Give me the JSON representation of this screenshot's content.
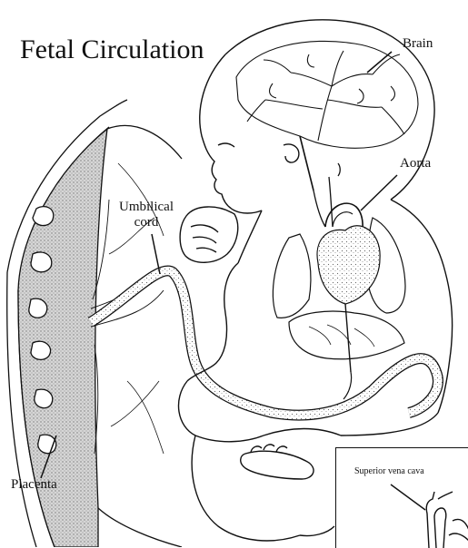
{
  "title": "Fetal Circulation",
  "labels": {
    "brain": "Brain",
    "aorta": "Aorta",
    "umbilical_cord_line1": "Umbilical",
    "umbilical_cord_line2": "cord",
    "placenta": "Placenta",
    "superior_vena_cava": "Superior vena cava"
  },
  "colors": {
    "ink": "#111111",
    "background": "#ffffff",
    "stipple": "#9a9a9a"
  }
}
